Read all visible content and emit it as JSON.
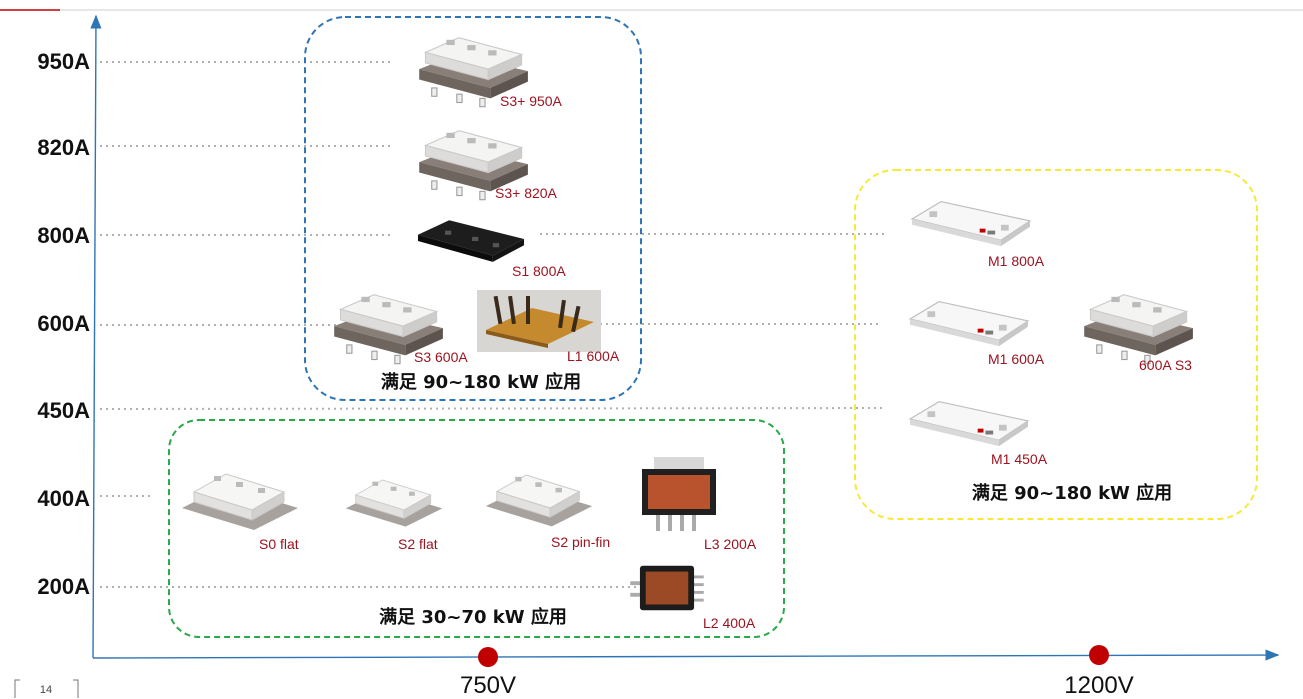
{
  "page": {
    "number": "14"
  },
  "axes": {
    "y_labels": [
      "950A",
      "820A",
      "800A",
      "600A",
      "450A",
      "400A",
      "200A"
    ],
    "x_labels": [
      "750V",
      "1200V"
    ],
    "axis_color": "#2e75b6",
    "marker_color": "#c00000"
  },
  "groups": [
    {
      "id": "g750-high",
      "label": "满足 90~180 kW 应用",
      "border_color": "#2e75b6"
    },
    {
      "id": "g1200",
      "label": "满足 90~180 kW 应用",
      "border_color": "#f5e93a"
    },
    {
      "id": "g750-low",
      "label": "满足 30~70 kW 应用",
      "border_color": "#2aa84a"
    }
  ],
  "products": [
    {
      "id": "s3plus-950",
      "label": "S3+ 950A",
      "icon": "module-stacked-icon"
    },
    {
      "id": "s3plus-820",
      "label": "S3+ 820A",
      "icon": "module-stacked-icon"
    },
    {
      "id": "s1-800",
      "label": "S1 800A",
      "icon": "module-black-icon"
    },
    {
      "id": "s3-600",
      "label": "S3 600A",
      "icon": "module-stacked-icon"
    },
    {
      "id": "l1-600",
      "label": "L1 600A",
      "icon": "module-copper-photo-icon"
    },
    {
      "id": "m1-800",
      "label": "M1 800A",
      "icon": "module-white-icon"
    },
    {
      "id": "m1-600",
      "label": "M1 600A",
      "icon": "module-white-icon"
    },
    {
      "id": "s3-600-1200",
      "label": "600A  S3",
      "icon": "module-stacked-icon"
    },
    {
      "id": "m1-450",
      "label": "M1 450A",
      "icon": "module-white-icon"
    },
    {
      "id": "s0-flat",
      "label": "S0 flat",
      "icon": "module-flat-icon"
    },
    {
      "id": "s2-flat",
      "label": "S2 flat",
      "icon": "module-flat-icon"
    },
    {
      "id": "s2-pinfin",
      "label": "S2 pin-fin",
      "icon": "module-flat-icon"
    },
    {
      "id": "l3-200",
      "label": "L3 200A",
      "icon": "module-molded-icon"
    },
    {
      "id": "l2-400",
      "label": "L2 400A",
      "icon": "module-molded-small-icon"
    }
  ]
}
